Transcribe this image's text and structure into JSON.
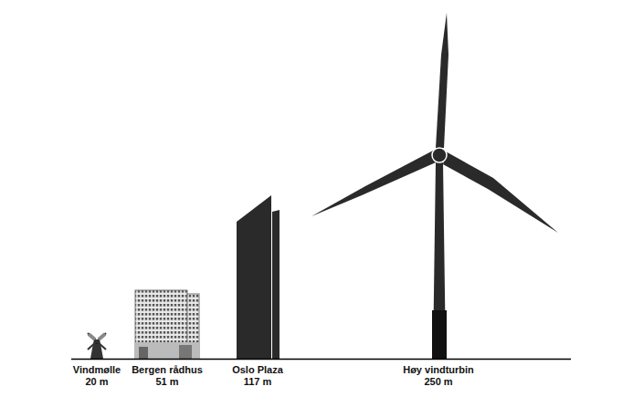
{
  "diagram": {
    "labels": [
      "Vindmølle",
      "20 m",
      "Bergen rådhus",
      "51 m",
      "Oslo Plaza",
      "117 m",
      "Høy vindturbin",
      "250 m"
    ]
  }
}
